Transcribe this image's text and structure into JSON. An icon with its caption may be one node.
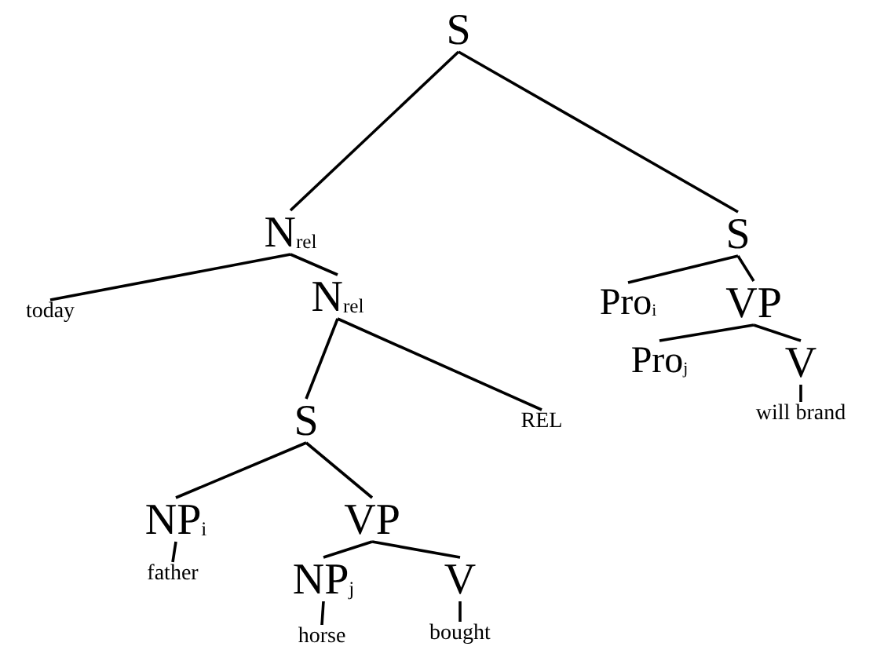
{
  "diagram": {
    "nodes": [
      {
        "text": [
          "S"
        ]
      },
      {
        "text": [
          "N$_{rel}$"
        ]
      },
      {
        "text": [
          "S"
        ]
      },
      {
        "text": [
          "today"
        ]
      },
      {
        "text": [
          "N$_{rel}$"
        ]
      },
      {
        "text": [
          "Pro$_{i}$"
        ]
      },
      {
        "text": [
          "VP"
        ]
      },
      {
        "text": [
          "Pro$_{j}$"
        ]
      },
      {
        "text": [
          "V"
        ]
      },
      {
        "text": [
          "will brand"
        ]
      },
      {
        "text": [
          "S"
        ]
      },
      {
        "text": [
          "REL"
        ]
      },
      {
        "text": [
          "NP$_{i}$"
        ]
      },
      {
        "text": [
          "VP"
        ]
      },
      {
        "text": [
          "father"
        ]
      },
      {
        "text": [
          "NP$_{j}$"
        ]
      },
      {
        "text": [
          "V"
        ]
      },
      {
        "text": [
          "horse"
        ]
      },
      {
        "text": [
          "bought"
        ]
      }
    ],
    "edges": [
      {
        "from": 0,
        "to": 1,
        "arrow": "none"
      },
      {
        "from": 0,
        "to": 2,
        "arrow": "none"
      },
      {
        "from": 1,
        "to": 3,
        "arrow": "none"
      },
      {
        "from": 1,
        "to": 4,
        "arrow": "none"
      },
      {
        "from": 2,
        "to": 5,
        "arrow": "none"
      },
      {
        "from": 2,
        "to": 6,
        "arrow": "none"
      },
      {
        "from": 6,
        "to": 7,
        "arrow": "none"
      },
      {
        "from": 6,
        "to": 8,
        "arrow": "none"
      },
      {
        "from": 8,
        "to": 9,
        "arrow": "none"
      },
      {
        "from": 4,
        "to": 10,
        "arrow": "none"
      },
      {
        "from": 4,
        "to": 11,
        "arrow": "none"
      },
      {
        "from": 10,
        "to": 12,
        "arrow": "none"
      },
      {
        "from": 10,
        "to": 13,
        "arrow": "none"
      },
      {
        "from": 12,
        "to": 14,
        "arrow": "none"
      },
      {
        "from": 13,
        "to": 15,
        "arrow": "none"
      },
      {
        "from": 13,
        "to": 16,
        "arrow": "none"
      },
      {
        "from": 15,
        "to": 17,
        "arrow": "none"
      },
      {
        "from": 16,
        "to": 18,
        "arrow": "none"
      }
    ]
  }
}
